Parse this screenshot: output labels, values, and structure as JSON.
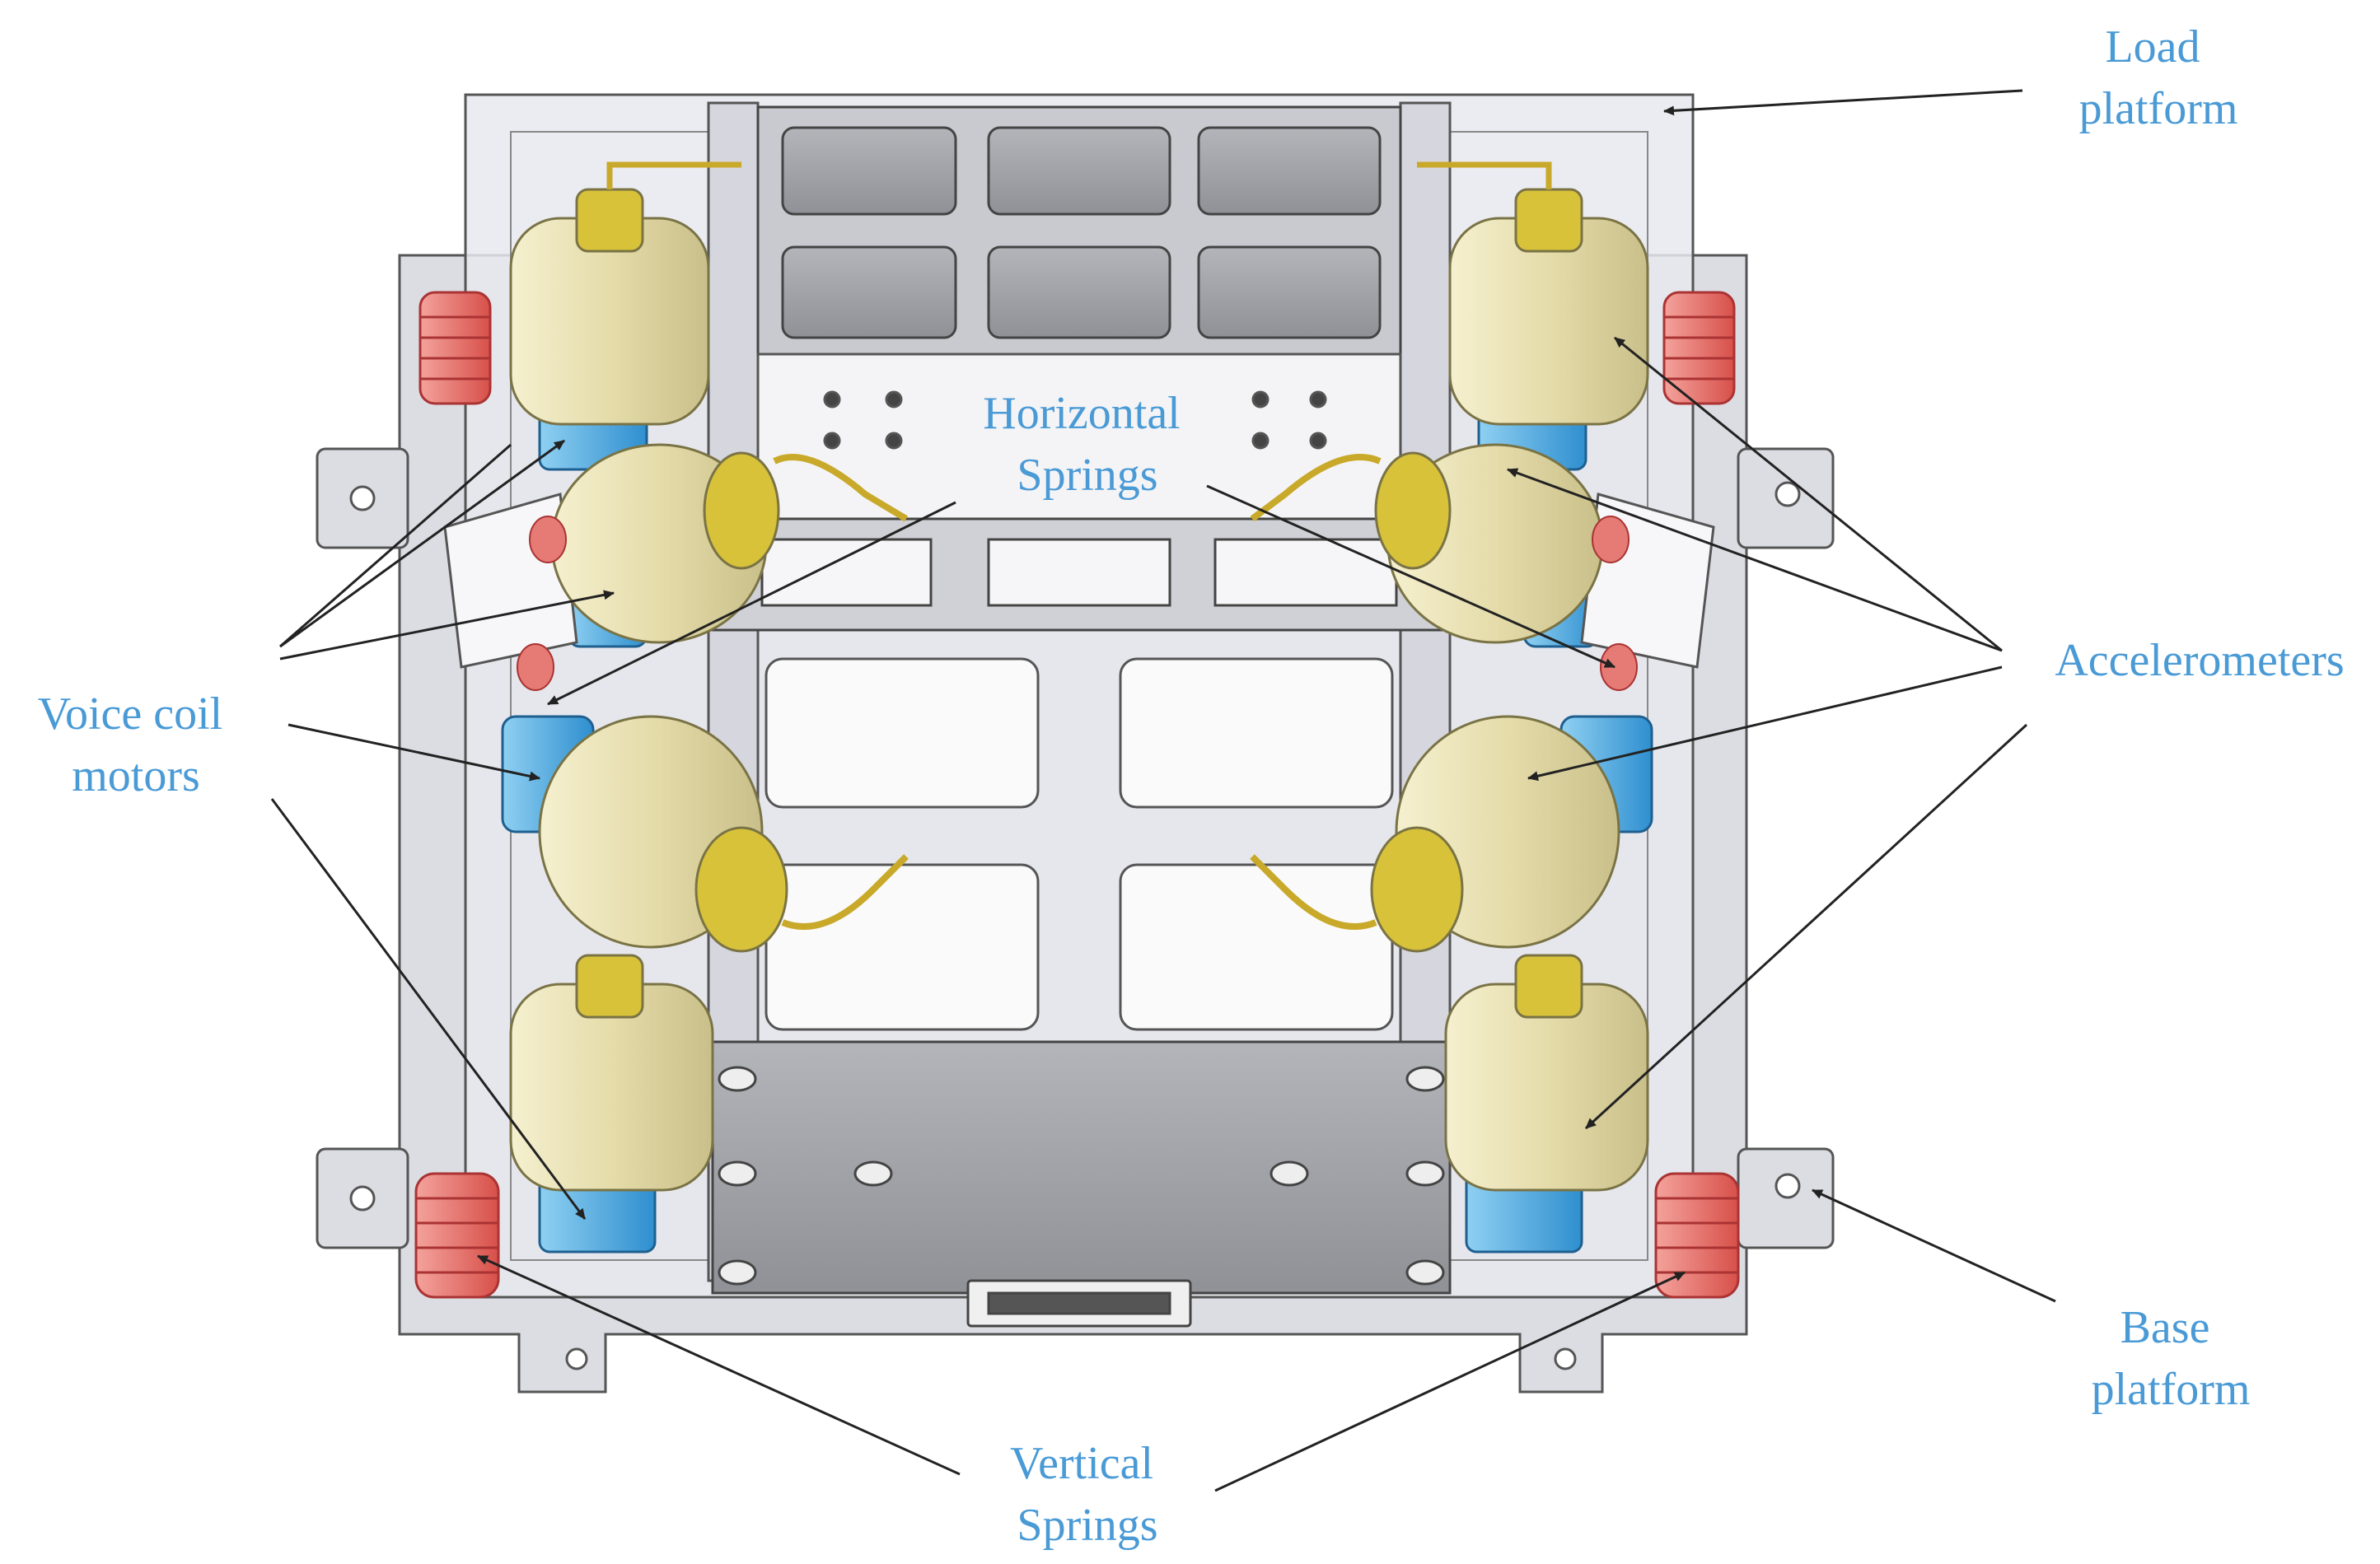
{
  "labels": {
    "load_platform": [
      "Load",
      "platform"
    ],
    "horizontal_springs": [
      "Horizontal",
      "Springs"
    ],
    "accelerometers": [
      "Accelerometers"
    ],
    "voice_coil_motors": [
      "Voice coil",
      "motors"
    ],
    "base_platform": [
      "Base",
      "platform"
    ],
    "vertical_springs": [
      "Vertical",
      "Springs"
    ]
  },
  "colors": {
    "label_text": "#4a9ad6",
    "accelerometer": "#e9e2b0",
    "voice_coil": "#5fb6e8",
    "vertical_spring": "#e8706a",
    "horizontal_spring": "#e0c23a",
    "frame_gray": "#cfd1d8",
    "plate_dark": "#9a9ca0"
  }
}
